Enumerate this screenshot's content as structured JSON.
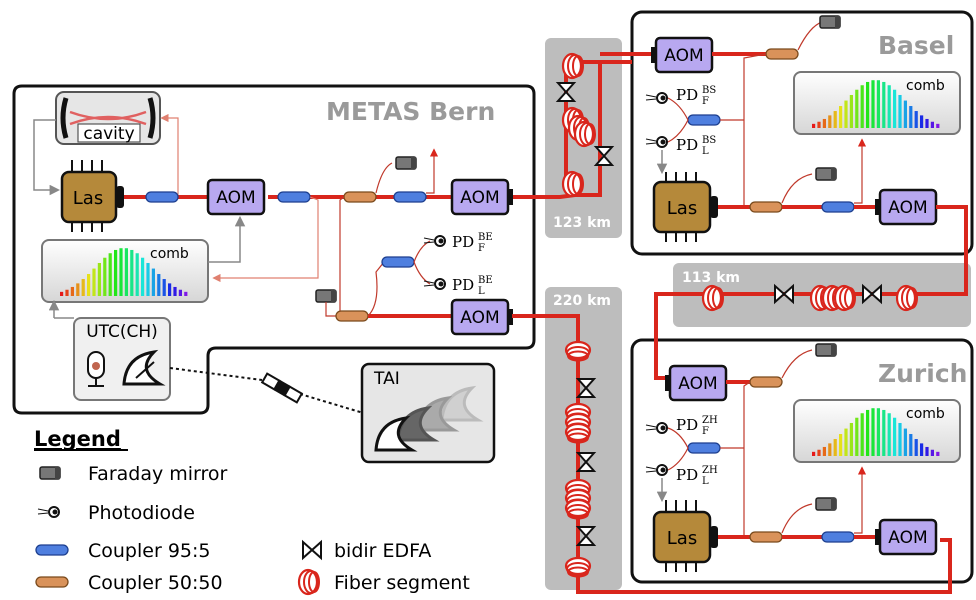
{
  "sites": {
    "bern": {
      "title": "METAS Bern",
      "cavity": "cavity",
      "laser": "Las",
      "aom": "AOM",
      "comb": "comb",
      "utc": "UTC(CH)",
      "pd_f": "PD",
      "pd_f_sub": "F",
      "pd_f_sup": "BE",
      "pd_l": "PD",
      "pd_l_sub": "L",
      "pd_l_sup": "BE"
    },
    "basel": {
      "title": "Basel",
      "laser": "Las",
      "aom": "AOM",
      "comb": "comb",
      "pd_f": "PD",
      "pd_f_sub": "F",
      "pd_f_sup": "BS",
      "pd_l": "PD",
      "pd_l_sub": "L",
      "pd_l_sup": "BS"
    },
    "zurich": {
      "title": "Zurich",
      "laser": "Las",
      "aom": "AOM",
      "comb": "comb",
      "pd_f": "PD",
      "pd_f_sub": "F",
      "pd_f_sup": "ZH",
      "pd_l": "PD",
      "pd_l_sub": "L",
      "pd_l_sup": "ZH"
    },
    "tai": {
      "title": "TAI"
    }
  },
  "links": {
    "bern_basel": "123 km",
    "bern_zurich": "220 km",
    "basel_zurich": "113 km"
  },
  "legend": {
    "title": "Legend",
    "items": [
      {
        "label": "Faraday mirror",
        "icon": "faraday-mirror-icon"
      },
      {
        "label": "Photodiode",
        "icon": "photodiode-icon"
      },
      {
        "label": "Coupler 95:5",
        "icon": "coupler-95-5-icon",
        "color": "#4f7fdf"
      },
      {
        "label": "Coupler 50:50",
        "icon": "coupler-50-50-icon",
        "color": "#d9925a"
      },
      {
        "label": "bidir EDFA",
        "icon": "bidir-edfa-icon"
      },
      {
        "label": "Fiber segment",
        "icon": "fiber-segment-icon",
        "color": "#d9261c"
      }
    ]
  },
  "colors": {
    "fiber": "#d9261c",
    "aom_fill": "#b8a8f0",
    "laser_fill": "#b5893a",
    "coupler_95_5": "#4f7fdf",
    "coupler_50_50": "#d9925a",
    "link_panel": "#bdbdbd",
    "site_title": "#9a9a9a"
  }
}
